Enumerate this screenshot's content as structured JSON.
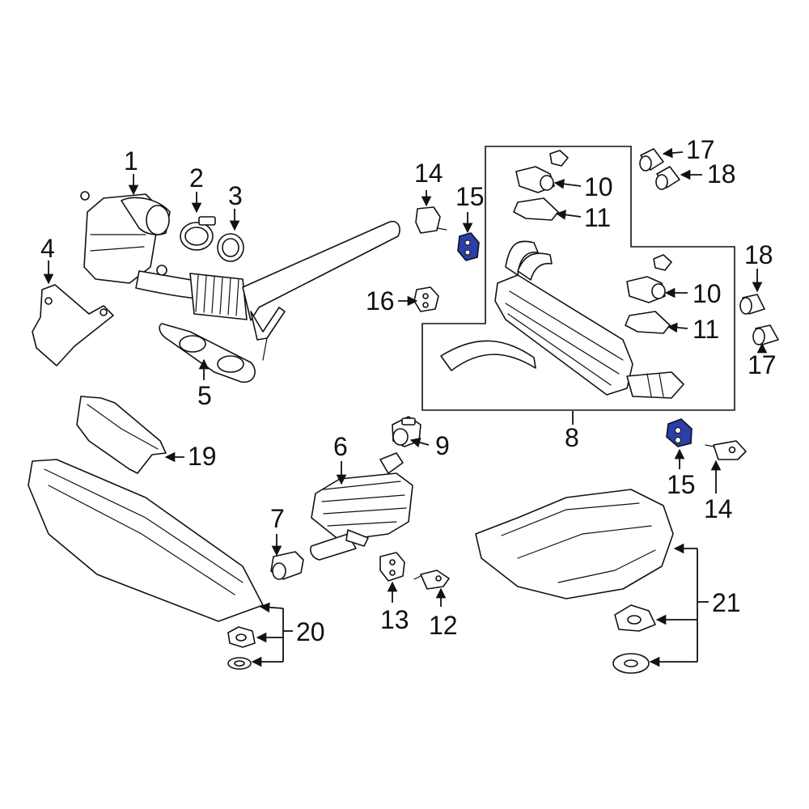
{
  "colors": {
    "highlight": "#2b3fa8",
    "line": "#111111",
    "background": "#ffffff"
  },
  "callouts": {
    "c1": "1",
    "c2": "2",
    "c3": "3",
    "c4": "4",
    "c5": "5",
    "c6": "6",
    "c7": "7",
    "c8": "8",
    "c9": "9",
    "c10a": "10",
    "c10b": "10",
    "c11a": "11",
    "c11b": "11",
    "c12": "12",
    "c13": "13",
    "c14a": "14",
    "c14b": "14",
    "c15a": "15",
    "c15b": "15",
    "c16": "16",
    "c17a": "17",
    "c17b": "17",
    "c18a": "18",
    "c18b": "18",
    "c19": "19",
    "c20": "20",
    "c21": "21"
  }
}
